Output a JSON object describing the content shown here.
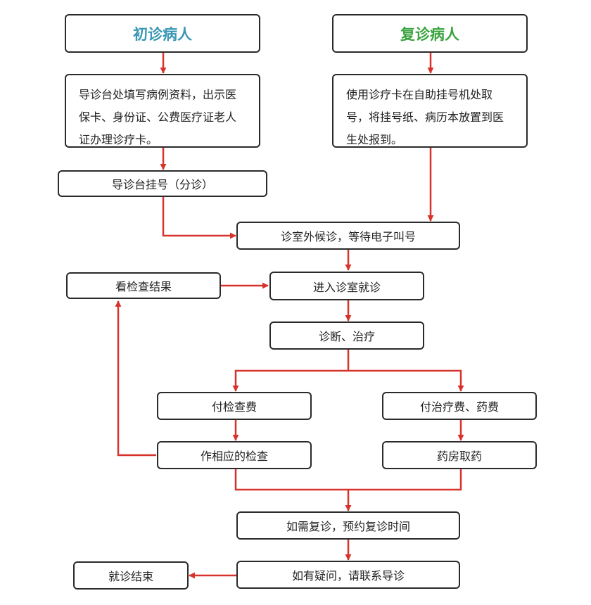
{
  "colors": {
    "arrow": "#d8322c",
    "title_first": "#3a97b3",
    "title_return": "#3aa33e",
    "border": "#2a2a2a"
  },
  "nodes": {
    "first_visit": "初诊病人",
    "return_visit": "复诊病人",
    "first_instructions": "导诊台处填写病例资料，出示医保卡、身份证、公费医疗证老人证办理诊疗卡。",
    "return_instructions": "使用诊疗卡在自助挂号机处取号，将挂号纸、病历本放置到医生处报到。",
    "triage_registration": "导诊台挂号（分诊）",
    "wait_outside": "诊室外候诊，等待电子叫号",
    "view_results": "看检查结果",
    "enter_room": "进入诊室就诊",
    "diagnosis": "诊断、治疗",
    "pay_exam": "付检查费",
    "pay_treatment": "付治疗费、药费",
    "do_exam": "作相应的检查",
    "pharmacy": "药房取药",
    "followup_booking": "如需复诊，预约复诊时间",
    "questions": "如有疑问，请联系导诊",
    "end": "就诊结束"
  }
}
